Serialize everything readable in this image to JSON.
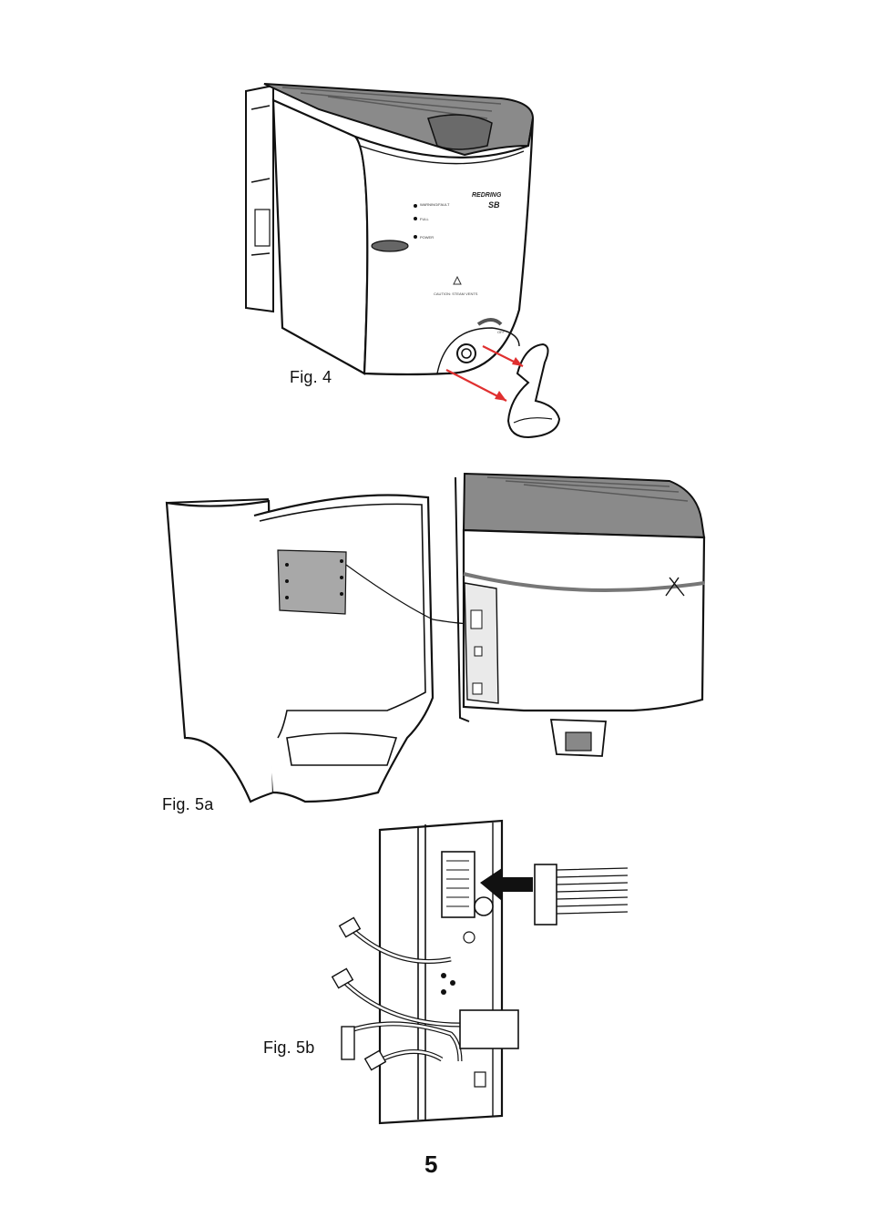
{
  "figures": {
    "fig4": {
      "caption": "Fig. 4",
      "panel_labels": {
        "indicator_1": "WARNING/FAULT",
        "indicator_2": "FULL",
        "indicator_3": "POWER",
        "brand": "REDRING",
        "model": "SB",
        "caution": "CAUTION: STEAM VENTS",
        "scale_hint": "OFF"
      }
    },
    "fig5a": {
      "caption": "Fig. 5a"
    },
    "fig5b": {
      "caption": "Fig. 5b"
    }
  },
  "page": {
    "number": "5"
  },
  "colors": {
    "arrow": "#e03030",
    "line": "#111111",
    "shade": "#8a8a8a"
  }
}
